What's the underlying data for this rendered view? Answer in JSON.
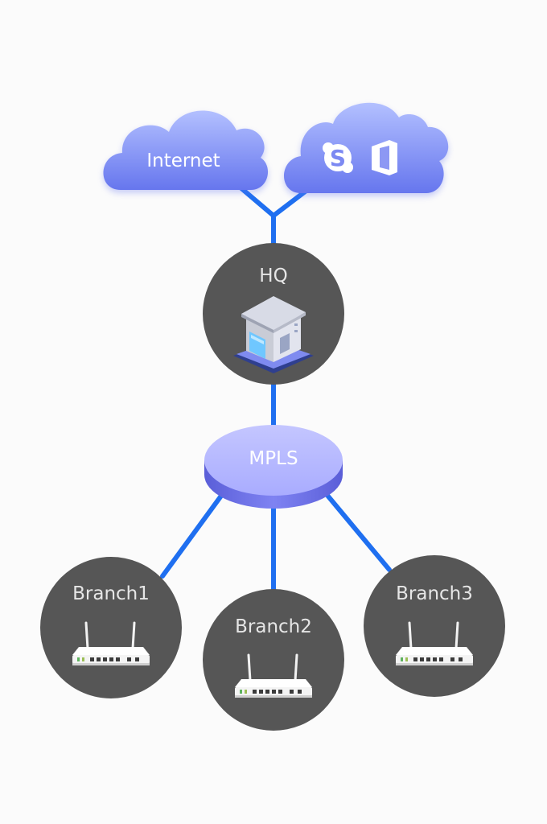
{
  "colors": {
    "link": "#1f6ff0",
    "cloud_top": "#a7b6ff",
    "cloud_bottom": "#6676ee",
    "node_fill": "#565656",
    "mpls_top": "#b9bcff",
    "mpls_side": "#6d70e8"
  },
  "clouds": {
    "internet": {
      "label": "Internet"
    },
    "saas": {
      "icons": [
        "skype-icon",
        "office-icon"
      ]
    }
  },
  "hq": {
    "label": "HQ",
    "icon": "building-icon"
  },
  "mpls": {
    "label": "MPLS"
  },
  "branches": [
    {
      "label": "Branch1",
      "icon": "router-icon"
    },
    {
      "label": "Branch2",
      "icon": "router-icon"
    },
    {
      "label": "Branch3",
      "icon": "router-icon"
    }
  ]
}
